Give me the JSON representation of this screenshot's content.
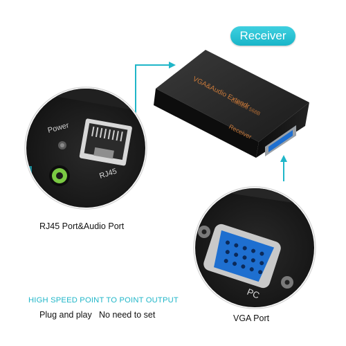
{
  "badge": {
    "label": "Receiver"
  },
  "device": {
    "title": "VGA&Audio  Extendr",
    "cable_note": "Cat5E/6 568B",
    "side_label": "Receiver"
  },
  "rj45_closeup": {
    "power_label": "Power",
    "port_label": "RJ45"
  },
  "vga_closeup": {
    "port_label": "PC"
  },
  "captions": {
    "rj45_audio": "RJ45 Port&Audio Port",
    "vga": "VGA Port",
    "highlight": "HIGH SPEED POINT TO POINT OUTPUT",
    "plug": "Plug and play",
    "no_setup": "No need to set"
  },
  "colors": {
    "accent": "#1fb6c8",
    "device_body": "#1a1a1a",
    "label_orange": "#c8793a",
    "vga_blue": "#1e6fd0"
  }
}
